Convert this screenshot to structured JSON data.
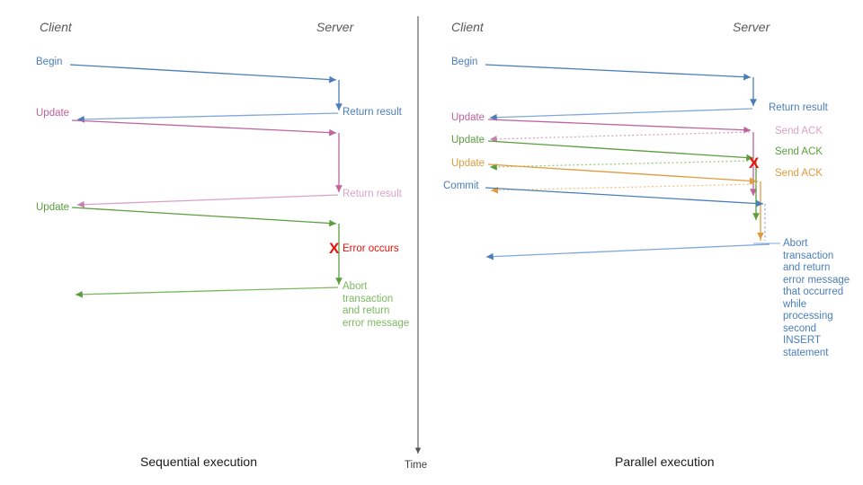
{
  "diagram": {
    "title": "Sequential execution versus Parallel execution",
    "time_axis": {
      "label": "Time",
      "icon": "down-arrow-icon"
    },
    "colors": {
      "blue": "#4a7ebb",
      "blue_light": "#7fa8dc",
      "pink": "#c0629b",
      "pink_light": "#dba3c4",
      "green": "#5a9e3d",
      "green_light": "#9ccc7f",
      "orange": "#e09b3d",
      "orange_light": "#f2c57c",
      "red": "#e8120c",
      "role": "#595959",
      "axis": "#555555"
    }
  },
  "panels": [
    {
      "id": "sequential",
      "caption": "Sequential execution",
      "client_label": "Client",
      "server_label": "Server",
      "client_messages": [
        {
          "text": "Begin",
          "color": "blue"
        },
        {
          "text": "Update",
          "color": "pink"
        },
        {
          "text": "Update",
          "color": "green"
        }
      ],
      "server_messages": [
        {
          "text": "Return result",
          "color": "blue"
        },
        {
          "text": "Return result",
          "color": "pink"
        }
      ],
      "error": {
        "marker": "X",
        "text": "Error occurs",
        "color": "red"
      },
      "abort": {
        "text": "Abort transaction and return error message",
        "lines": [
          "Abort",
          "transaction",
          "and return",
          "error message"
        ],
        "color": "green"
      }
    },
    {
      "id": "parallel",
      "caption": "Parallel execution",
      "client_label": "Client",
      "server_label": "Server",
      "client_messages": [
        {
          "text": "Begin",
          "color": "blue"
        },
        {
          "text": "Update",
          "color": "pink"
        },
        {
          "text": "Update",
          "color": "green"
        },
        {
          "text": "Update",
          "color": "orange"
        },
        {
          "text": "Commit",
          "color": "blue"
        }
      ],
      "server_messages": [
        {
          "text": "Return result",
          "color": "blue"
        },
        {
          "text": "Send ACK",
          "color": "pink"
        },
        {
          "text": "Send ACK",
          "color": "green"
        },
        {
          "text": "Send ACK",
          "color": "orange"
        }
      ],
      "error": {
        "marker": "X",
        "text": "",
        "color": "red"
      },
      "abort": {
        "text": "Abort transaction and return error message that occurred while processing second INSERT statement",
        "lines": [
          "Abort",
          "transaction",
          "and return",
          "error message",
          "that occurred",
          "while",
          "processing",
          "second",
          "INSERT",
          "statement"
        ],
        "color": "blue"
      }
    }
  ]
}
